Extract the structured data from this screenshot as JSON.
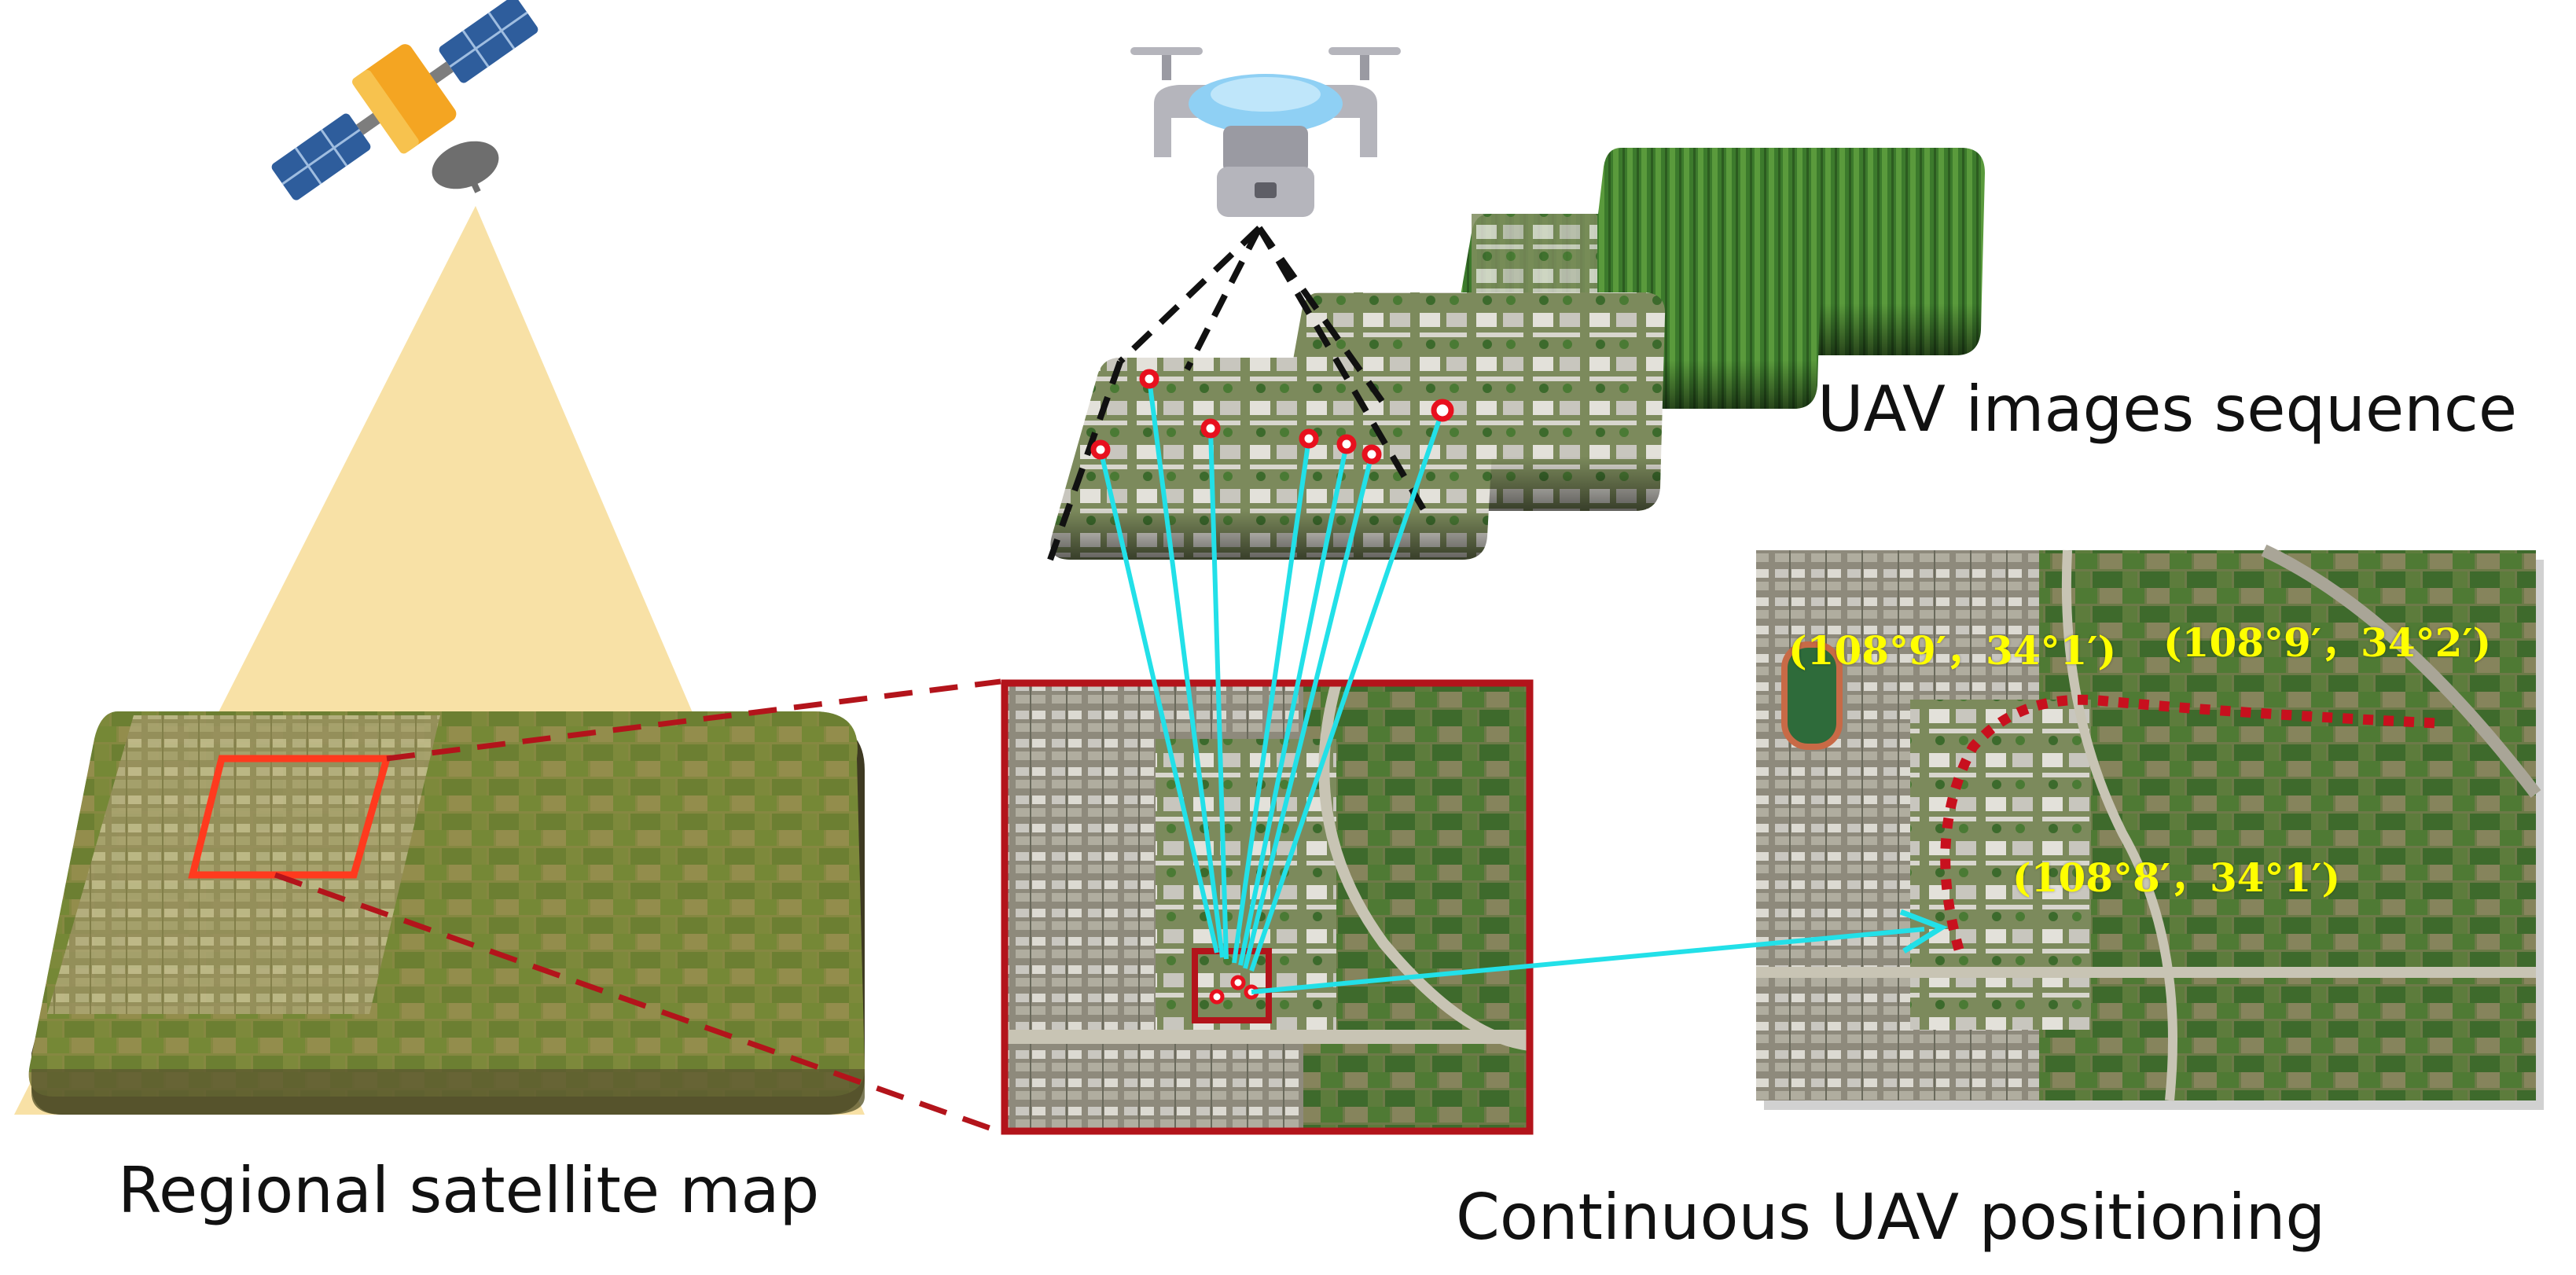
{
  "labels": {
    "regional_map": "Regional satellite map",
    "uav_sequence": "UAV images sequence",
    "continuous_positioning": "Continuous UAV positioning"
  },
  "coordinates": [
    "(108°9′，34°1′)",
    "(108°9′，34°2′)",
    "(108°8′，34°1′)"
  ],
  "colors": {
    "cone": "#f7dc96",
    "map_tint": "#a39a3a",
    "highlight_red": "#b3141b",
    "match_lines": "#22e0e8",
    "trajectory": "#c8101e",
    "coordinate_text": "#ffff00",
    "field_green": "#4a7a34",
    "urban_gray": "#8e8a7c"
  },
  "icons": [
    "satellite-icon",
    "drone-icon"
  ]
}
